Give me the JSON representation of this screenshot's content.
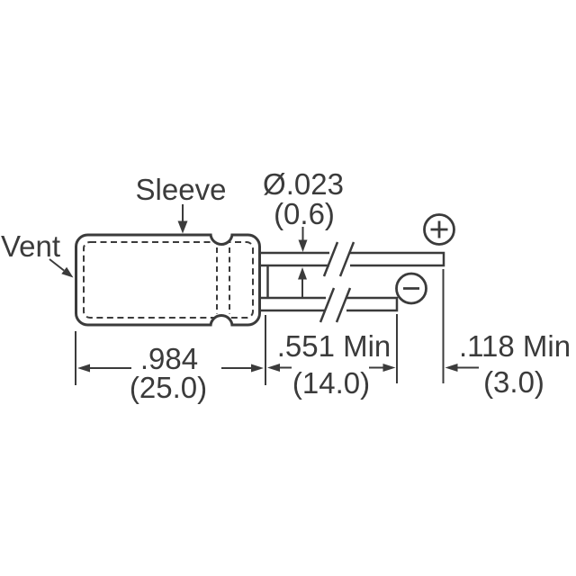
{
  "colors": {
    "line": "#3b3b3b",
    "background": "#ffffff"
  },
  "labels": {
    "vent": "Vent",
    "sleeve": "Sleeve"
  },
  "dimensions": {
    "lead_diameter": {
      "inches": "Ø.023",
      "mm": "(0.6)"
    },
    "body_length": {
      "inches": ".984",
      "mm": "(25.0)"
    },
    "lead_length": {
      "inches": ".551 Min",
      "mm": "(14.0)"
    },
    "lead_protrusion": {
      "inches": ".118 Min",
      "mm": "(3.0)"
    }
  },
  "icons": {
    "positive_polarity": {
      "name": "plus-circle-icon",
      "symbol": "+"
    },
    "negative_polarity": {
      "name": "minus-circle-icon",
      "symbol": "−"
    }
  }
}
